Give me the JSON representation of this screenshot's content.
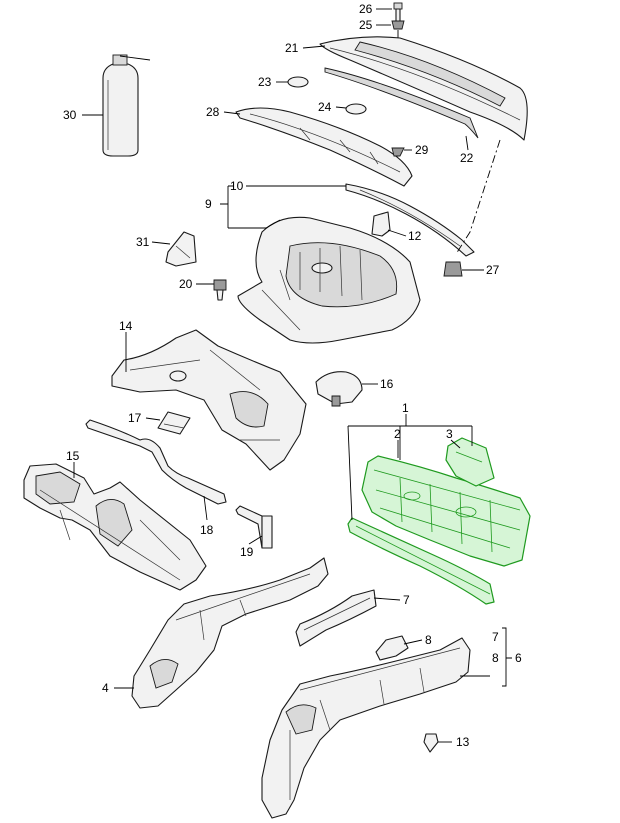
{
  "callouts": [
    {
      "label": "26"
    },
    {
      "label": "25"
    },
    {
      "label": "21"
    },
    {
      "label": "30"
    },
    {
      "label": "23"
    },
    {
      "label": "24"
    },
    {
      "label": "28"
    },
    {
      "label": "22"
    },
    {
      "label": "29"
    },
    {
      "label": "10"
    },
    {
      "label": "9"
    },
    {
      "label": "31"
    },
    {
      "label": "12"
    },
    {
      "label": "27"
    },
    {
      "label": "20"
    },
    {
      "label": "14"
    },
    {
      "label": "16"
    },
    {
      "label": "1"
    },
    {
      "label": "2"
    },
    {
      "label": "3"
    },
    {
      "label": "17"
    },
    {
      "label": "15"
    },
    {
      "label": "18"
    },
    {
      "label": "19"
    },
    {
      "label": "7"
    },
    {
      "label": "8"
    },
    {
      "label": "7"
    },
    {
      "label": "8"
    },
    {
      "label": "6"
    },
    {
      "label": "4"
    },
    {
      "label": "13"
    }
  ],
  "colors": {
    "highlight_stroke": "#1f9a1f",
    "highlight_fill": "#d6f5d6",
    "line": "#1a1a1a",
    "background": "#ffffff"
  }
}
